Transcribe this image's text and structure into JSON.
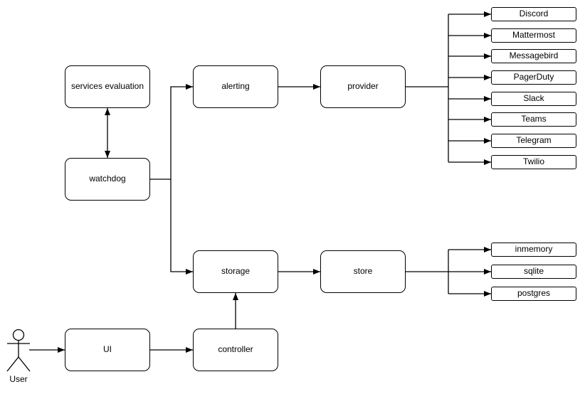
{
  "diagram": {
    "background": "#ffffff",
    "stroke_color": "#000000",
    "node_fill": "#ffffff",
    "text_color": "#000000",
    "nodes": {
      "services_evaluation": {
        "label": "services evaluation"
      },
      "watchdog": {
        "label": "watchdog"
      },
      "alerting": {
        "label": "alerting"
      },
      "provider": {
        "label": "provider"
      },
      "storage": {
        "label": "storage"
      },
      "store": {
        "label": "store"
      },
      "ui": {
        "label": "UI"
      },
      "controller": {
        "label": "controller"
      },
      "user": {
        "label": "User"
      }
    },
    "provider_types": [
      "Discord",
      "Mattermost",
      "Messagebird",
      "PagerDuty",
      "Slack",
      "Teams",
      "Telegram",
      "Twilio"
    ],
    "store_types": [
      "inmemory",
      "sqlite",
      "postgres"
    ],
    "edges": [
      {
        "from": "services evaluation",
        "to": "watchdog",
        "arrows": "both"
      },
      {
        "from": "watchdog",
        "to": "alerting",
        "arrows": "end"
      },
      {
        "from": "watchdog",
        "to": "storage",
        "arrows": "end"
      },
      {
        "from": "alerting",
        "to": "provider",
        "arrows": "end"
      },
      {
        "from": "provider",
        "to": "Discord",
        "arrows": "end"
      },
      {
        "from": "provider",
        "to": "Mattermost",
        "arrows": "end"
      },
      {
        "from": "provider",
        "to": "Messagebird",
        "arrows": "end"
      },
      {
        "from": "provider",
        "to": "PagerDuty",
        "arrows": "end"
      },
      {
        "from": "provider",
        "to": "Slack",
        "arrows": "end"
      },
      {
        "from": "provider",
        "to": "Teams",
        "arrows": "end"
      },
      {
        "from": "provider",
        "to": "Telegram",
        "arrows": "end"
      },
      {
        "from": "provider",
        "to": "Twilio",
        "arrows": "end"
      },
      {
        "from": "storage",
        "to": "store",
        "arrows": "end"
      },
      {
        "from": "store",
        "to": "inmemory",
        "arrows": "end"
      },
      {
        "from": "store",
        "to": "sqlite",
        "arrows": "end"
      },
      {
        "from": "store",
        "to": "postgres",
        "arrows": "end"
      },
      {
        "from": "User",
        "to": "UI",
        "arrows": "end"
      },
      {
        "from": "UI",
        "to": "controller",
        "arrows": "end"
      },
      {
        "from": "controller",
        "to": "storage",
        "arrows": "end"
      }
    ]
  }
}
